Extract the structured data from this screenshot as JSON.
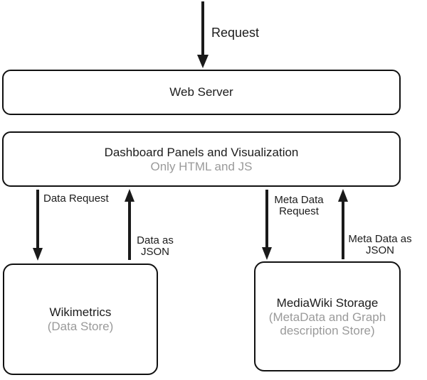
{
  "nodes": {
    "web_server": {
      "label": "Web Server"
    },
    "dashboard": {
      "label": "Dashboard Panels and Visualization",
      "sublabel": "Only HTML and JS"
    },
    "wikimetrics": {
      "label": "Wikimetrics",
      "sublabel": "(Data Store)"
    },
    "mediawiki": {
      "label": "MediaWiki Storage",
      "sublabel": "(MetaData and Graph description Store)"
    }
  },
  "edges": {
    "request": {
      "label": "Request",
      "direction": "down",
      "from": "client",
      "to": "web_server"
    },
    "data_request": {
      "label": "Data Request",
      "direction": "down",
      "from": "dashboard",
      "to": "wikimetrics"
    },
    "data_as_json": {
      "label": "Data as JSON",
      "direction": "up",
      "from": "wikimetrics",
      "to": "dashboard"
    },
    "meta_data_request": {
      "label": "Meta Data Request",
      "direction": "down",
      "from": "dashboard",
      "to": "mediawiki"
    },
    "meta_data_as_json": {
      "label": "Meta Data as JSON",
      "direction": "up",
      "from": "mediawiki",
      "to": "dashboard"
    }
  },
  "colors": {
    "line": "#1a1a1a",
    "border": "#111111",
    "text": "#1c1c1c",
    "muted_text": "#9a9a9a",
    "background": "#ffffff"
  }
}
